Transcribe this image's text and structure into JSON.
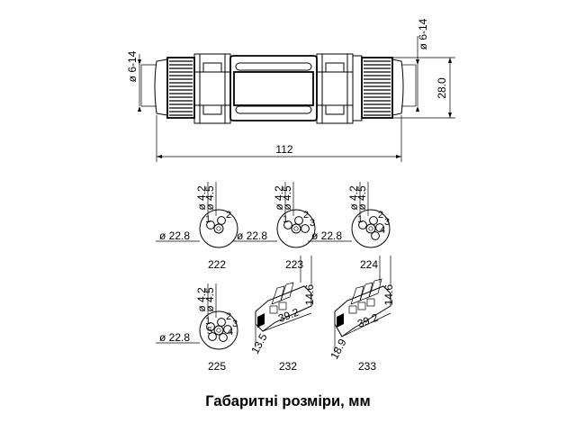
{
  "caption": "Габаритні розміри, мм",
  "main_view": {
    "dia_left": "ø 6-14",
    "dia_right": "ø 6-14",
    "height": "28.0",
    "length": "112"
  },
  "pin_views": [
    {
      "code": "222",
      "d_pin": "ø 4.2",
      "d_hole": "ø 4.5",
      "d_outer": "ø 22.8",
      "pins": [
        "1",
        "2"
      ]
    },
    {
      "code": "223",
      "d_pin": "ø 4.2",
      "d_hole": "ø 4.5",
      "d_outer": "ø 22.8",
      "pins": [
        "1",
        "2",
        "3"
      ]
    },
    {
      "code": "224",
      "d_pin": "ø 4.2",
      "d_hole": "ø 4.5",
      "d_outer": "ø 22.8",
      "pins": [
        "1",
        "2",
        "3",
        "4"
      ]
    },
    {
      "code": "225",
      "d_pin": "ø 4.2",
      "d_hole": "ø 4.5",
      "d_outer": "ø 22.8",
      "pins": [
        "1",
        "2",
        "3",
        "4",
        "5"
      ]
    }
  ],
  "terminal_views": [
    {
      "code": "232",
      "height": "14.6",
      "length": "39.2",
      "width": "13.5"
    },
    {
      "code": "233",
      "height": "14.6",
      "length": "39.2",
      "width": "18.9"
    }
  ]
}
